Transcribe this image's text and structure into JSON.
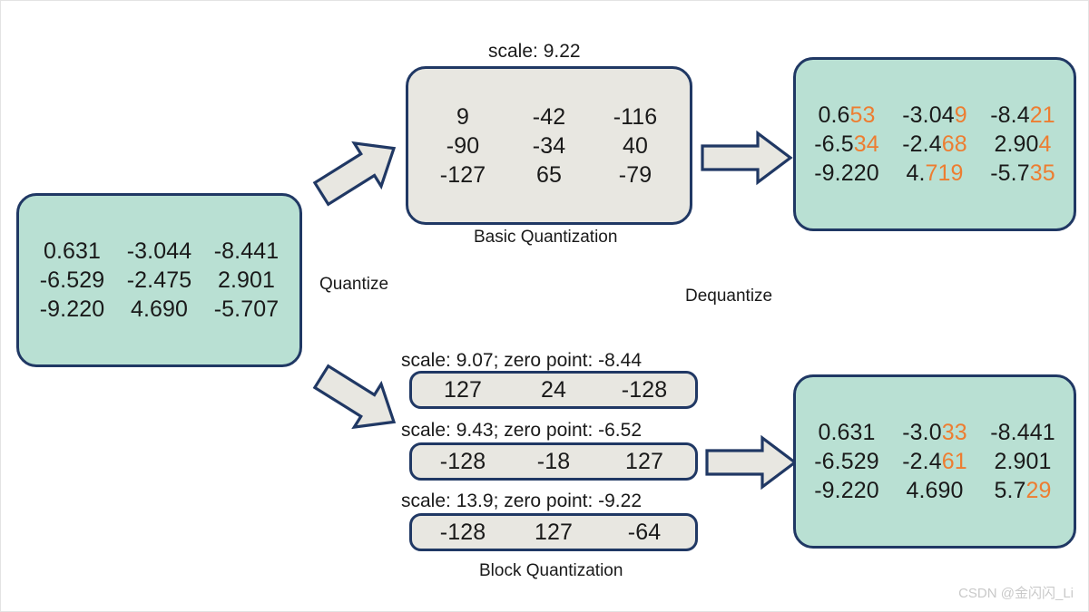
{
  "diagram": {
    "title_watermark": "CSDN @金闪闪_Li",
    "colors": {
      "teal_fill": "#b9e0d3",
      "gray_fill": "#e8e7e1",
      "border": "#203864",
      "highlight": "#ed7d31",
      "text": "#1a1a1a"
    }
  },
  "input_matrix": {
    "name": "original-fp-matrix",
    "rows": [
      [
        {
          "black": "0.631",
          "orange": ""
        },
        {
          "black": "-3.044",
          "orange": ""
        },
        {
          "black": "-8.441",
          "orange": ""
        }
      ],
      [
        {
          "black": "-6.529",
          "orange": ""
        },
        {
          "black": "-2.475",
          "orange": ""
        },
        {
          "black": "2.901",
          "orange": ""
        }
      ],
      [
        {
          "black": "-9.220",
          "orange": ""
        },
        {
          "black": "4.690",
          "orange": ""
        },
        {
          "black": "-5.707",
          "orange": ""
        }
      ]
    ]
  },
  "basic": {
    "scale_label": "scale: 9.22",
    "caption": "Basic Quantization",
    "rows": [
      [
        "9",
        "-42",
        "-116"
      ],
      [
        "-90",
        "-34",
        "40"
      ],
      [
        "-127",
        "65",
        "-79"
      ]
    ],
    "dequant_rows": [
      [
        {
          "black": "0.6",
          "orange": "53"
        },
        {
          "black": "-3.04",
          "orange": "9"
        },
        {
          "black": "-8.4",
          "orange": "21"
        }
      ],
      [
        {
          "black": "-6.5",
          "orange": "34"
        },
        {
          "black": "-2.4",
          "orange": "68"
        },
        {
          "black": "2.90",
          "orange": "4"
        }
      ],
      [
        {
          "black": "-9.220",
          "orange": ""
        },
        {
          "black": "4.",
          "orange": "719"
        },
        {
          "black": "-5.7",
          "orange": "35"
        }
      ]
    ]
  },
  "block": {
    "caption": "Block Quantization",
    "blocks": [
      {
        "header": "scale: 9.07; zero point: -8.44",
        "values": [
          "127",
          "24",
          "-128"
        ]
      },
      {
        "header": "scale: 9.43; zero point: -6.52",
        "values": [
          "-128",
          "-18",
          "127"
        ]
      },
      {
        "header": "scale: 13.9; zero point: -9.22",
        "values": [
          "-128",
          "127",
          "-64"
        ]
      }
    ],
    "dequant_rows": [
      [
        {
          "black": "0.631",
          "orange": ""
        },
        {
          "black": "-3.0",
          "orange": "33"
        },
        {
          "black": "-8.441",
          "orange": ""
        }
      ],
      [
        {
          "black": "-6.529",
          "orange": ""
        },
        {
          "black": "-2.4",
          "orange": "61"
        },
        {
          "black": "2.901",
          "orange": ""
        }
      ],
      [
        {
          "black": "-9.220",
          "orange": ""
        },
        {
          "black": "4.690",
          "orange": ""
        },
        {
          "black": "5.7",
          "orange": "29"
        }
      ]
    ]
  },
  "arrows": {
    "quantize_label": "Quantize",
    "dequantize_label": "Dequantize"
  }
}
